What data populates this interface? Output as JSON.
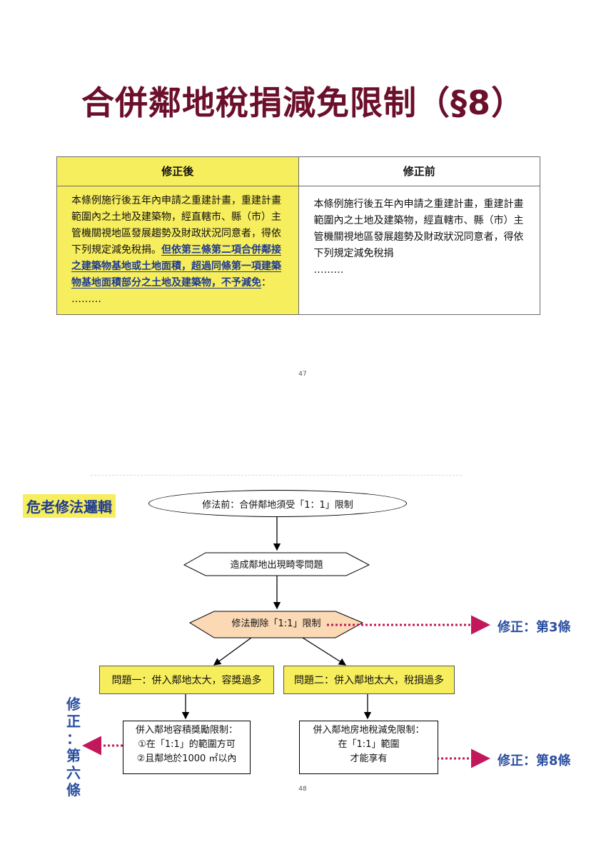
{
  "page1": {
    "title": "合併鄰地稅捐減免限制（§8）",
    "table": {
      "header_after": "修正後",
      "header_before": "修正前",
      "after_text_normal": "本條例施行後五年內申請之重建計畫，重建計畫範圍內之土地及建築物，經直轄市、縣（市）主管機關視地區發展趨勢及財政狀況同意者，得依下列規定減免稅捐。",
      "after_text_highlight": "但依第三條第二項合併鄰接之建築物基地或土地面積，超過同條第一項建築物基地面積部分之土地及建築物，不予減免",
      "after_text_tail": "：",
      "after_ellipsis": "………",
      "before_text": "本條例施行後五年內申請之重建計畫，重建計畫範圍內之土地及建築物，經直轄市、縣（市）主管機關視地區發展趨勢及財政狀況同意者，得依下列規定減免稅捐",
      "before_ellipsis": "………"
    },
    "page_number": "47"
  },
  "page2": {
    "logic_label": "危老修法邏輯",
    "step1": "修法前：合併鄰地須受「1：1」限制",
    "step2": "造成鄰地出現畸零問題",
    "step3": "修法刪除「1:1」限制",
    "problem1": "問題一：併入鄰地太大，容獎過多",
    "problem2": "問題二：併入鄰地太大，稅損過多",
    "box1_lines": [
      "併入鄰地容積獎勵限制：",
      "①在「1:1」的範圍方可",
      "②且鄰地於1000 ㎡以內"
    ],
    "box2_lines": [
      "併入鄰地房地稅減免限制：",
      "在「1:1」範圍",
      "才能享有"
    ],
    "rev_art3": "修正：第3條",
    "rev_art8": "修正：第8條",
    "rev_art6_chars": [
      "修",
      "正",
      "：",
      "第",
      "六",
      "條"
    ],
    "page_number": "48",
    "colors": {
      "dotted_arrow": "#c2185b",
      "revision_text": "#2b4fa0",
      "highlight_yellow": "#f7ee5d",
      "hex_fill": "#fbd9b5"
    }
  }
}
